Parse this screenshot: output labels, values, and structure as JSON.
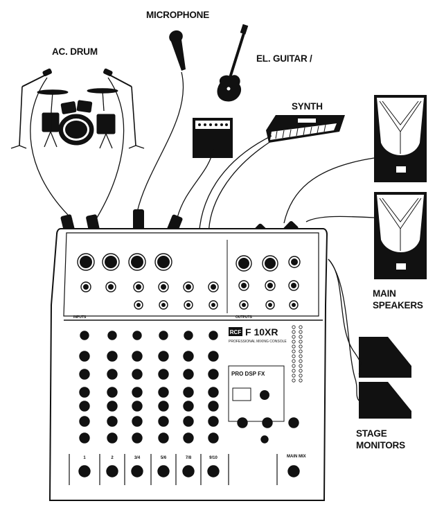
{
  "labels": {
    "microphone": "MICROPHONE",
    "ac_drum": "AC. DRUM",
    "el_guitar": "EL. GUITAR /",
    "synth": "SYNTH",
    "main_speakers_1": "MAIN",
    "main_speakers_2": "SPEAKERS",
    "stage_monitors_1": "STAGE",
    "stage_monitors_2": "MONITORS"
  },
  "mixer": {
    "model": "F 10XR",
    "brand": "RCF",
    "subtitle": "PROFESSIONAL MIXING CONSOLE",
    "dsp_label": "PRO DSP FX",
    "inputs_label": "INPUTS",
    "outputs_label": "OUTPUTS",
    "main_mix_label": "MAIN MIX",
    "channel_labels": [
      "1",
      "2",
      "3/4",
      "5/6",
      "7/8",
      "9/10"
    ]
  },
  "colors": {
    "ink": "#111111",
    "paper": "#ffffff"
  },
  "icons": [
    "drum-kit-icon",
    "microphone-icon",
    "electric-guitar-icon",
    "guitar-amp-icon",
    "synth-keyboard-icon",
    "speaker-icon",
    "stage-monitor-icon",
    "mixer-icon"
  ]
}
